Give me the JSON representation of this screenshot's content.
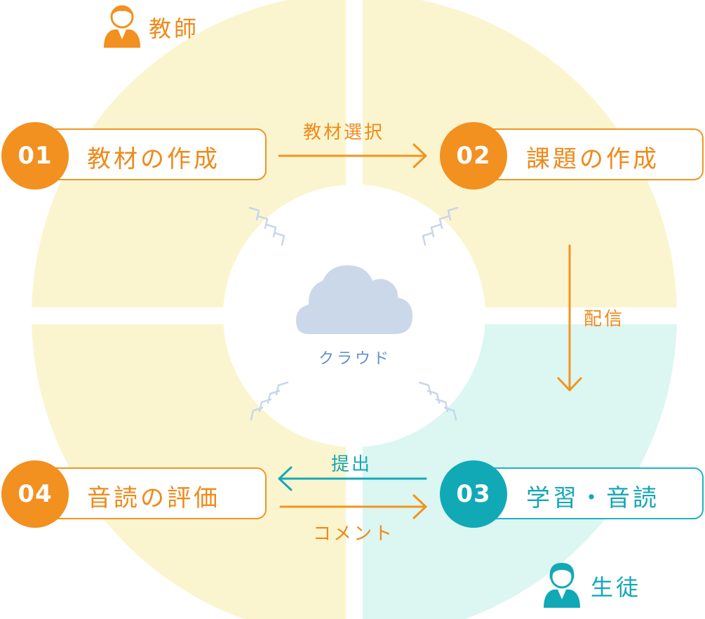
{
  "roles": {
    "teacher": {
      "label": "教師",
      "icon": "teacher-icon"
    },
    "student": {
      "label": "生徒",
      "icon": "student-icon"
    }
  },
  "center": {
    "label": "クラウド",
    "icon": "cloud-icon"
  },
  "steps": [
    {
      "number": "01",
      "label": "教材の作成"
    },
    {
      "number": "02",
      "label": "課題の作成"
    },
    {
      "number": "03",
      "label": "学習・音読"
    },
    {
      "number": "04",
      "label": "音読の評価"
    }
  ],
  "flows": {
    "select": "教材選択",
    "distribute": "配信",
    "submit": "提出",
    "comment": "コメント"
  },
  "colors": {
    "orange": "#f29020",
    "teal": "#12a9b6",
    "teacher_zone": "#fbf5cf",
    "student_zone": "#dcf6f1",
    "cloud": "#cbd8ea"
  }
}
